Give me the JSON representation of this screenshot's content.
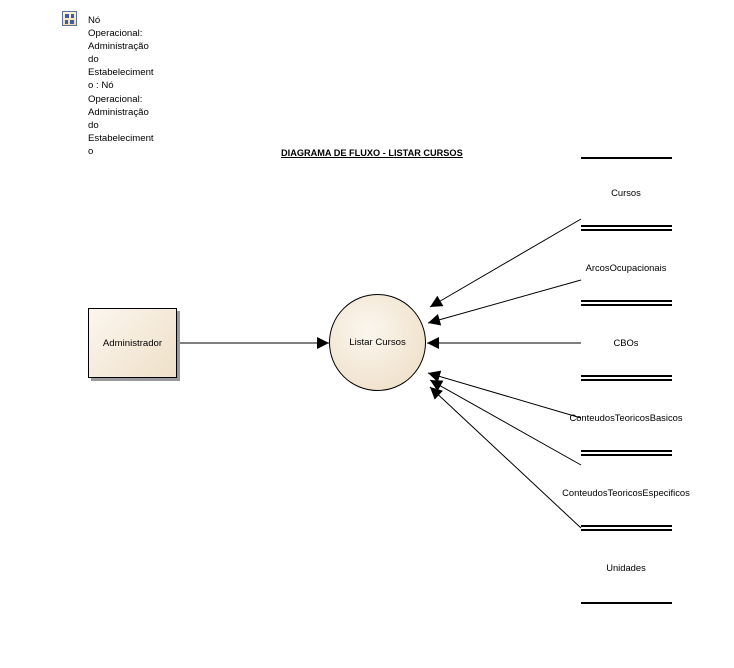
{
  "note": {
    "text": "Nó\nOperacional:\nAdministração\ndo\nEstabeleciment\no : Nó\nOperacional:\nAdministração\ndo\nEstabeleciment\no"
  },
  "diagram": {
    "title": "DIAGRAMA DE FLUXO - LISTAR CURSOS"
  },
  "entity": {
    "label": "Administrador"
  },
  "process": {
    "label": "Listar Cursos"
  },
  "data_stores": [
    {
      "label": "Cursos"
    },
    {
      "label": "ArcosOcupacionais"
    },
    {
      "label": "CBOs"
    },
    {
      "label": "ConteudosTeoricosBasicos"
    },
    {
      "label": "ConteudosTeoricosEspecificos"
    },
    {
      "label": "Unidades"
    }
  ],
  "colors": {
    "element_fill_light": "#fbf6ee",
    "element_fill_dark": "#ecdcc2",
    "line": "#000000",
    "note_icon": "#3d5da8"
  }
}
